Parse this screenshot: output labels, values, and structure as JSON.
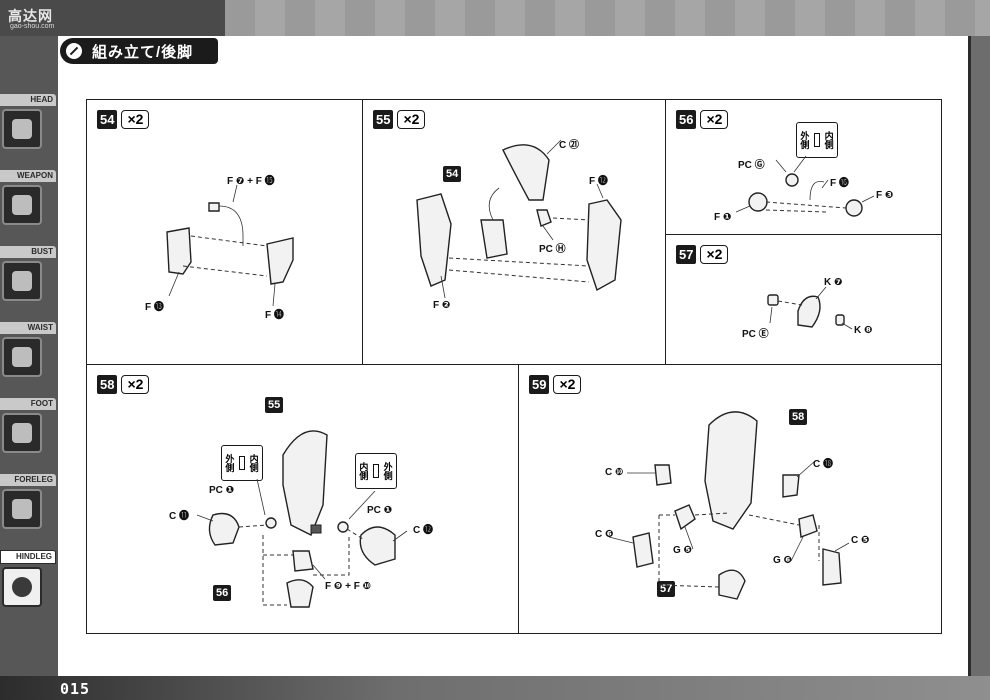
{
  "site_logo": {
    "name": "高达网",
    "url_text": "gao-shou.com"
  },
  "page_title": "組み立て/後脚",
  "page_number": "015",
  "sidebar": {
    "tabs": [
      {
        "label": "HEAD",
        "active": false
      },
      {
        "label": "WEAPON",
        "active": false
      },
      {
        "label": "BUST",
        "active": false
      },
      {
        "label": "WAIST",
        "active": false
      },
      {
        "label": "FOOT",
        "active": false
      },
      {
        "label": "FORELEG",
        "active": false
      },
      {
        "label": "HINDLEG",
        "active": true
      }
    ]
  },
  "callout_text": {
    "outer": "外側",
    "inner": "内側"
  },
  "steps": {
    "s54": {
      "num": "54",
      "mult": "×2",
      "labels": {
        "top": "F ❼ + F ⓯",
        "left": "F ⓭",
        "right": "F ⓮"
      }
    },
    "s55": {
      "num": "55",
      "mult": "×2",
      "ref": "54",
      "labels": {
        "c21": "C ㉑",
        "f12": "F ⓬",
        "pch": "PC Ⓗ",
        "f2": "F ❷"
      }
    },
    "s56": {
      "num": "56",
      "mult": "×2",
      "labels": {
        "pcg": "PC Ⓖ",
        "f16": "F ⓰",
        "f3": "F ❸",
        "f1": "F ❶"
      }
    },
    "s57": {
      "num": "57",
      "mult": "×2",
      "labels": {
        "k7": "K ❼",
        "pce": "PC Ⓔ",
        "k8": "K ❽"
      }
    },
    "s58": {
      "num": "58",
      "mult": "×2",
      "ref_top": "55",
      "ref_bottom": "56",
      "labels": {
        "pc1a": "PC ❶",
        "pc1b": "PC ❶",
        "c11": "C ⓫",
        "c12": "C ⓬",
        "f9f10": "F ❾ + F ❿"
      }
    },
    "s59": {
      "num": "59",
      "mult": "×2",
      "ref_top": "58",
      "ref_bottom": "57",
      "labels": {
        "c10": "C ❿",
        "c18": "C ⓲",
        "c6": "C ❻",
        "g5": "G ❺",
        "g6": "G ❻",
        "c5": "C ❺"
      }
    }
  }
}
